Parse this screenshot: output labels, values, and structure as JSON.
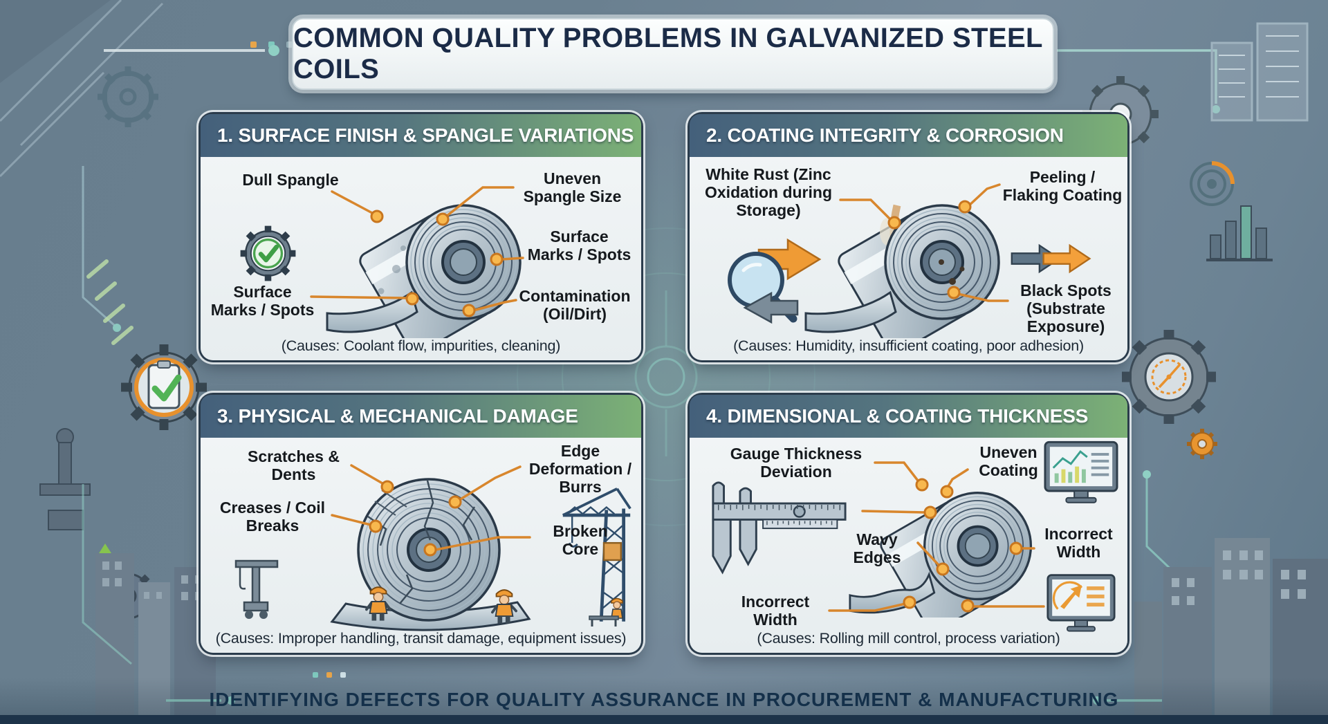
{
  "title": "COMMON QUALITY PROBLEMS IN GALVANIZED STEEL COILS",
  "footer": "IDENTIFYING DEFECTS FOR QUALITY ASSURANCE IN PROCUREMENT & MANUFACTURING",
  "colors": {
    "background": "#6C8394",
    "accent_orange": "#E8912D",
    "header_blue": "#44607B",
    "header_green": "#7CB176",
    "panel_border": "#2B3C4C",
    "title_text": "#1B2B47",
    "circuit_teal": "#8FD0C4",
    "navy_strip": "#1D3349"
  },
  "panels": [
    {
      "id": "surface-finish",
      "title": "1. SURFACE FINISH & SPANGLE VARIATIONS",
      "icons": [
        "gear-check",
        "steel-coil"
      ],
      "labels": {
        "dull_spangle": "Dull Spangle",
        "surface_marks_left": "Surface Marks / Spots",
        "uneven_spangle": "Uneven Spangle Size",
        "surface_marks_right": "Surface Marks / Spots",
        "contamination": "Contamination (Oil/Dirt)"
      },
      "causes": "(Causes: Coolant flow, impurities, cleaning)"
    },
    {
      "id": "coating-integrity",
      "title": "2. COATING INTEGRITY & CORROSION",
      "icons": [
        "magnifier",
        "double-arrow-right",
        "steel-coil-rusted"
      ],
      "labels": {
        "white_rust": "White Rust (Zinc Oxidation during Storage)",
        "peeling": "Peeling / Flaking Coating",
        "black_spots": "Black Spots (Substrate Exposure)"
      },
      "causes": "(Causes: Humidity, insufficient coating, poor adhesion)"
    },
    {
      "id": "physical-damage",
      "title": "3. PHYSICAL & MECHANICAL DAMAGE",
      "icons": [
        "steel-coil-cracked",
        "tower-crane",
        "workers",
        "hoist"
      ],
      "labels": {
        "scratches": "Scratches & Dents",
        "creases": "Creases / Coil Breaks",
        "edge_deformation": "Edge Deformation / Burrs",
        "broken_core": "Broken Core"
      },
      "causes": "(Causes: Improper handling, transit damage, equipment issues)"
    },
    {
      "id": "dimensional",
      "title": "4. DIMENSIONAL & COATING THICKNESS",
      "icons": [
        "caliper",
        "steel-coil",
        "monitor-chart",
        "monitor-gauge"
      ],
      "labels": {
        "gauge": "Gauge Thickness Deviation",
        "wavy": "Wavy Edges",
        "incorrect_width_left": "Incorrect Width",
        "uneven_coating": "Uneven Coating",
        "incorrect_width_right": "Incorrect Width"
      },
      "causes": "(Causes: Rolling mill control, process variation)"
    }
  ]
}
